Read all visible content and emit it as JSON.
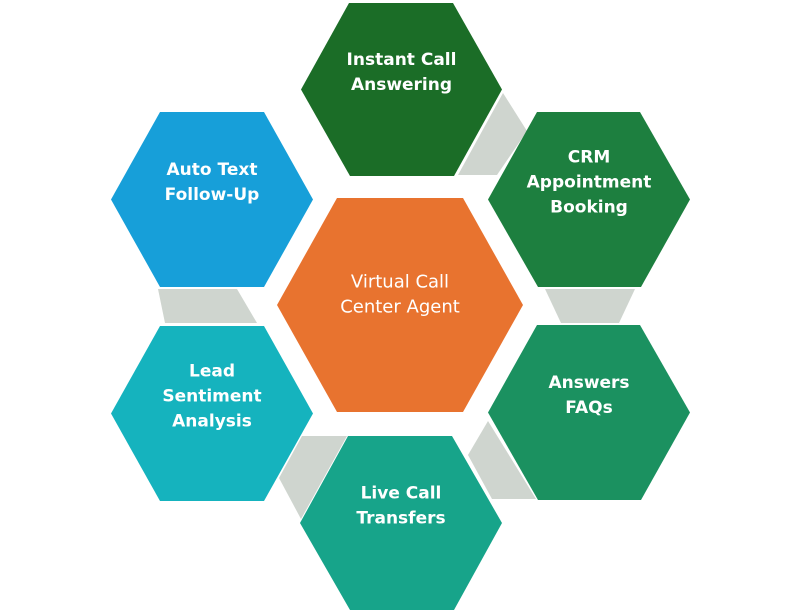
{
  "center": {
    "lines": [
      "Virtual Call",
      "Center Agent"
    ],
    "color": "#e8732f"
  },
  "nodes": [
    {
      "id": "instant-call-answering",
      "lines": [
        "Instant Call",
        "Answering"
      ],
      "color": "#1b6d27"
    },
    {
      "id": "crm-appointment-booking",
      "lines": [
        "CRM",
        "Appointment",
        "Booking"
      ],
      "color": "#1d7f3f"
    },
    {
      "id": "answers-faqs",
      "lines": [
        "Answers",
        "FAQs"
      ],
      "color": "#1b9160"
    },
    {
      "id": "live-call-transfers",
      "lines": [
        "Live Call",
        "Transfers"
      ],
      "color": "#17a48a"
    },
    {
      "id": "lead-sentiment-analysis",
      "lines": [
        "Lead",
        "Sentiment",
        "Analysis"
      ],
      "color": "#15b3be"
    },
    {
      "id": "auto-text-follow-up",
      "lines": [
        "Auto Text",
        "Follow-Up"
      ],
      "color": "#179fd9"
    }
  ],
  "connector_color": "#cfd5cf"
}
